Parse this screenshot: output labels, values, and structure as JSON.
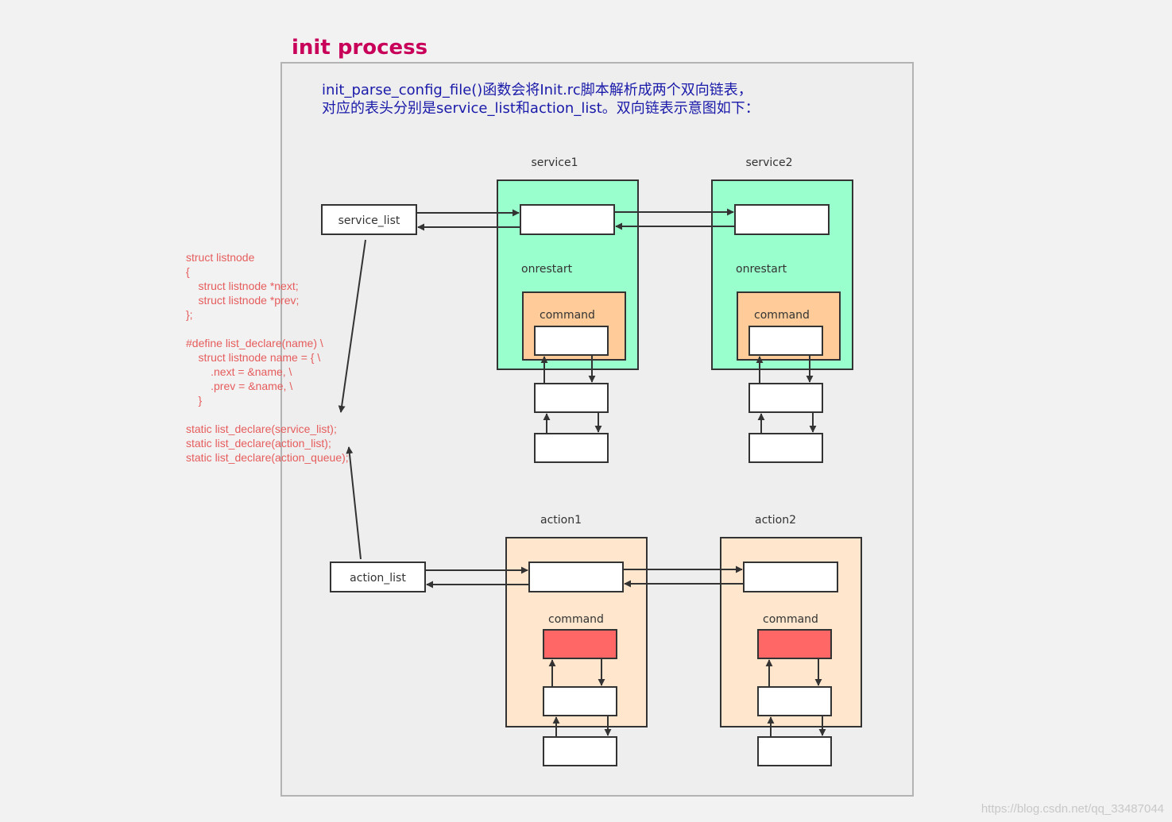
{
  "title": "init process",
  "description": {
    "line1": "init_parse_config_file()函数会将Init.rc脚本解析成两个双向链表，",
    "line2": "对应的表头分别是service_list和action_list。双向链表示意图如下："
  },
  "heads": {
    "service_list": "service_list",
    "action_list": "action_list"
  },
  "services": [
    {
      "label": "service1",
      "onrestart": "onrestart",
      "command": "command"
    },
    {
      "label": "service2",
      "onrestart": "onrestart",
      "command": "command"
    }
  ],
  "actions": [
    {
      "label": "action1",
      "command": "command"
    },
    {
      "label": "action2",
      "command": "command"
    }
  ],
  "code_lines": [
    "struct listnode",
    "{",
    "    struct listnode *next;",
    "    struct listnode *prev;",
    "};",
    "",
    "#define list_declare(name) \\",
    "    struct listnode name = { \\",
    "        .next = &name, \\",
    "        .prev = &name, \\",
    "    }",
    "",
    "static list_declare(service_list);",
    "static list_declare(action_list);",
    "static list_declare(action_queue);"
  ],
  "watermark": "https://blog.csdn.net/qq_33487044",
  "colors": {
    "title": "#c8005a",
    "description": "#1a1aaa",
    "code": "#e65c5c",
    "service_fill": "#99ffcc",
    "command_fill": "#ffcc99",
    "action_fill": "#ffe6cc",
    "action_cmd_fill": "#ff6666",
    "panel_fill": "#eeeeee"
  }
}
